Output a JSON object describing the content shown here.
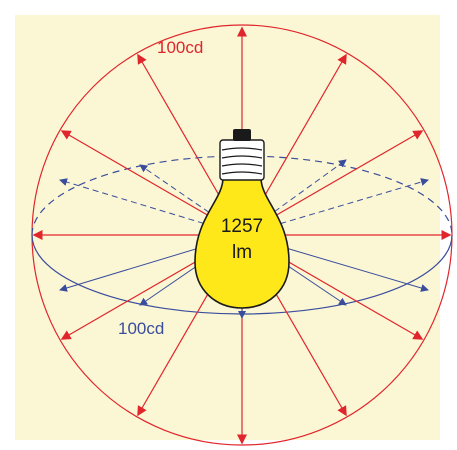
{
  "diagram": {
    "bulb_label": {
      "value": "1257",
      "unit": "lm"
    },
    "labels": {
      "outer_intensity": "100cd",
      "inner_intensity": "100cd"
    },
    "colors": {
      "background": "#fbf6d4",
      "outer_rays": "#e0262c",
      "inner_rays": "#3a4d9c",
      "bulb_glass": "#ffe81a",
      "bulb_base": "#ffffff",
      "bulb_contact": "#1a1a1a",
      "outline": "#1a1a1a"
    }
  }
}
